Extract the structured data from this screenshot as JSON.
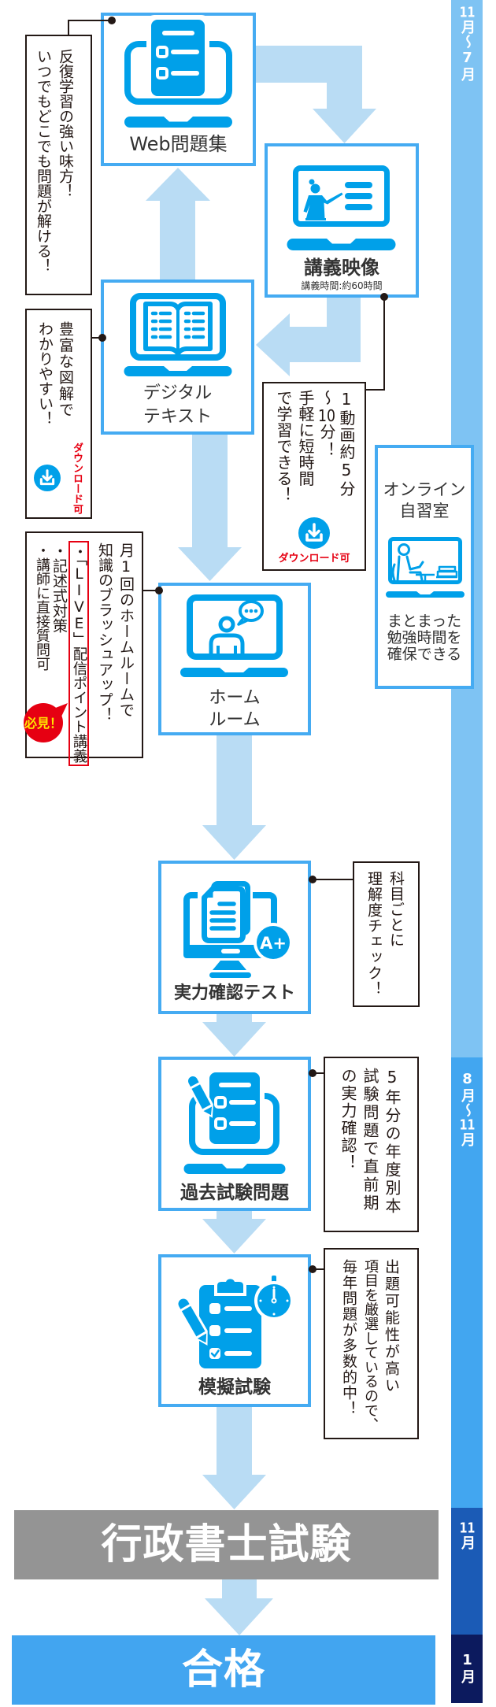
{
  "timeline": {
    "segments": [
      {
        "label": "11月〜7月",
        "color": "#7EC3F3"
      },
      {
        "label": "8月〜11月",
        "color": "#42A6F0"
      },
      {
        "label": "11月",
        "color": "#1B5BB6"
      },
      {
        "label": "1月",
        "color": "#0C1A5E"
      }
    ]
  },
  "flow": {
    "web_quiz": {
      "label": "Web問題集",
      "icon": "laptop-quiz-icon",
      "note": [
        "反復学習の強い味方！",
        "いつでもどこでも問題が解ける！"
      ]
    },
    "lecture_video": {
      "label": "講義映像",
      "sublabel": "講義時間:約60時間",
      "icon": "lecture-monitor-icon",
      "note": [
        "1動画約5分",
        "〜10分！",
        "手軽に短時間",
        "で学習できる！"
      ],
      "download_label": "ダウンロード可",
      "download_icon": "download-icon"
    },
    "digital_text": {
      "label_lines": [
        "デジタル",
        "テキスト"
      ],
      "icon": "laptop-book-icon",
      "note": [
        "豊富な図解で",
        "わかりやすい！"
      ],
      "download_label": "ダウンロード可",
      "download_icon": "download-icon"
    },
    "homeroom": {
      "label_lines": [
        "ホーム",
        "ルーム"
      ],
      "icon": "video-chat-icon",
      "note": [
        "月1回のホームルームで",
        "知識のブラッシュアップ！"
      ],
      "bullets": [
        "・「LIVE」配信ポイント講義",
        "・記述式対策",
        "・講師に直接質問可"
      ],
      "highlight_badge": "必見！"
    },
    "online_study": {
      "label_lines": [
        "オンライン",
        "自習室"
      ],
      "icon": "study-desk-icon",
      "description_lines": [
        "まとまった",
        "勉強時間を",
        "確保できる"
      ]
    },
    "skill_test": {
      "label": "実力確認テスト",
      "icon": "monitor-test-grade-icon",
      "grade_badge": "A+",
      "note": [
        "科目ごとに",
        "理解度チェック！"
      ]
    },
    "past_exams": {
      "label": "過去試験問題",
      "icon": "laptop-exam-pencil-icon",
      "note": [
        "5年分の年度別本",
        "試験問題で直前期",
        "の実力確認！"
      ]
    },
    "mock_exam": {
      "label": "模擬試験",
      "icon": "clipboard-timer-icon",
      "note": [
        "出題可能性が高い",
        "項目を厳選しているので、",
        "毎年問題が多数的中！"
      ]
    }
  },
  "exam": {
    "label": "行政書士試験",
    "color": "#949494"
  },
  "pass": {
    "label": "合格",
    "color": "#42A5F0"
  },
  "theme": {
    "icon_blue": "#00A0E9",
    "box_border": "#45ABF2",
    "arrow": "#B9DCF4",
    "note_border": "#231815",
    "accent_red": "#E60012",
    "badge_text": "#FFE600",
    "label_text": "#333333"
  }
}
